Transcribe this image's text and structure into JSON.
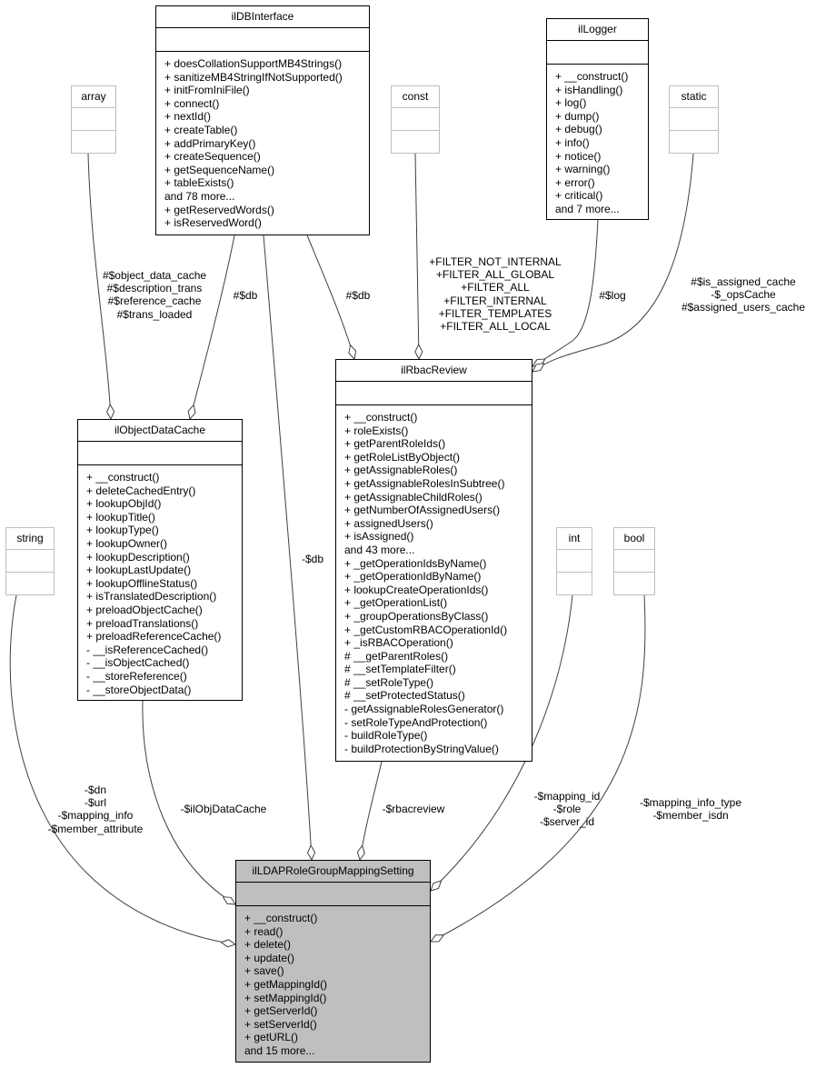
{
  "classes": {
    "ilDBInterface": {
      "title": "ilDBInterface",
      "methods": [
        "+ doesCollationSupportMB4Strings()",
        "+ sanitizeMB4StringIfNotSupported()",
        "+ initFromIniFile()",
        "+ connect()",
        "+ nextId()",
        "+ createTable()",
        "+ addPrimaryKey()",
        "+ createSequence()",
        "+ getSequenceName()",
        "+ tableExists()",
        "and 78 more...",
        "+ getReservedWords()",
        "+ isReservedWord()"
      ]
    },
    "ilLogger": {
      "title": "ilLogger",
      "methods": [
        "+ __construct()",
        "+ isHandling()",
        "+ log()",
        "+ dump()",
        "+ debug()",
        "+ info()",
        "+ notice()",
        "+ warning()",
        "+ error()",
        "+ critical()",
        "and 7 more..."
      ]
    },
    "array": {
      "title": "array"
    },
    "const": {
      "title": "const"
    },
    "static": {
      "title": "static"
    },
    "string": {
      "title": "string"
    },
    "int": {
      "title": "int"
    },
    "bool": {
      "title": "bool"
    },
    "ilObjectDataCache": {
      "title": "ilObjectDataCache",
      "methods": [
        "+ __construct()",
        "+ deleteCachedEntry()",
        "+ lookupObjId()",
        "+ lookupTitle()",
        "+ lookupType()",
        "+ lookupOwner()",
        "+ lookupDescription()",
        "+ lookupLastUpdate()",
        "+ lookupOfflineStatus()",
        "+ isTranslatedDescription()",
        "+ preloadObjectCache()",
        "+ preloadTranslations()",
        "+ preloadReferenceCache()",
        "- __isReferenceCached()",
        "- __isObjectCached()",
        "- __storeReference()",
        "- __storeObjectData()"
      ]
    },
    "ilRbacReview": {
      "title": "ilRbacReview",
      "methods": [
        "+ __construct()",
        "+ roleExists()",
        "+ getParentRoleIds()",
        "+ getRoleListByObject()",
        "+ getAssignableRoles()",
        "+ getAssignableRolesInSubtree()",
        "+ getAssignableChildRoles()",
        "+ getNumberOfAssignedUsers()",
        "+ assignedUsers()",
        "+ isAssigned()",
        "and 43 more...",
        "+ _getOperationIdsByName()",
        "+ _getOperationIdByName()",
        "+ lookupCreateOperationIds()",
        "+ _getOperationList()",
        "+ _groupOperationsByClass()",
        "+ _getCustomRBACOperationId()",
        "+ _isRBACOperation()",
        "# __getParentRoles()",
        "# __setTemplateFilter()",
        "# __setRoleType()",
        "# __setProtectedStatus()",
        "- getAssignableRolesGenerator()",
        "- setRoleTypeAndProtection()",
        "- buildRoleType()",
        "- buildProtectionByStringValue()"
      ]
    },
    "ilLDAPRoleGroupMappingSetting": {
      "title": "ilLDAPRoleGroupMappingSetting",
      "methods": [
        "+ __construct()",
        "+ read()",
        "+ delete()",
        "+ update()",
        "+ save()",
        "+ getMappingId()",
        "+ setMappingId()",
        "+ getServerId()",
        "+ setServerId()",
        "+ getURL()",
        "and 15 more..."
      ]
    }
  },
  "edge_labels": {
    "array_cache": [
      "#$object_data_cache",
      "#$description_trans",
      "#$reference_cache",
      "#$trans_loaded"
    ],
    "db_cache": [
      "#$db"
    ],
    "db_rbac": [
      "#$db"
    ],
    "const_rbac": [
      "+FILTER_NOT_INTERNAL",
      "+FILTER_ALL_GLOBAL",
      "+FILTER_ALL",
      "+FILTER_INTERNAL",
      "+FILTER_TEMPLATES",
      "+FILTER_ALL_LOCAL"
    ],
    "logger_rbac": [
      "#$log"
    ],
    "static_rbac": [
      "#$is_assigned_cache",
      "-$_opsCache",
      "#$assigned_users_cache"
    ],
    "db_main": [
      "-$db"
    ],
    "string_main": [
      "-$dn",
      "-$url",
      "-$mapping_info",
      "-$member_attribute"
    ],
    "cache_main": [
      "-$ilObjDataCache"
    ],
    "rbac_main": [
      "-$rbacreview"
    ],
    "int_main": [
      "-$mapping_id",
      "-$role",
      "-$server_id"
    ],
    "bool_main": [
      "-$mapping_info_type",
      "-$member_isdn"
    ]
  },
  "colors": {
    "edge": "#404040",
    "node_border": "#000000",
    "builtin_border": "#bfbfbf",
    "focus_fill": "#bfbfbf"
  }
}
